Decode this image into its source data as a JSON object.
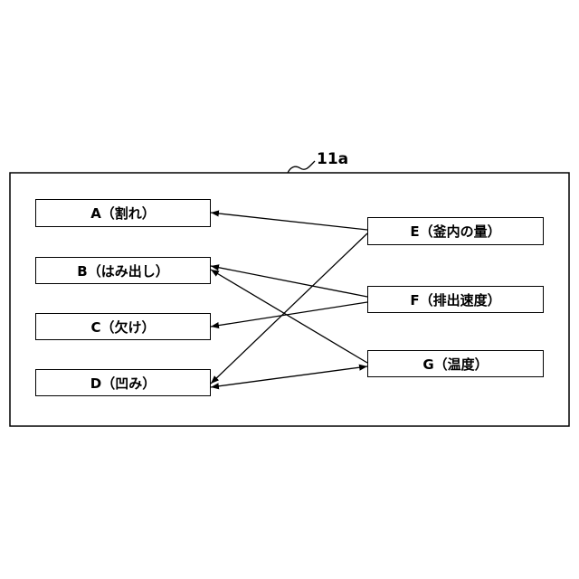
{
  "reference_label": "11a",
  "nodes": {
    "a": "A（割れ）",
    "b": "B（はみ出し）",
    "c": "C（欠け）",
    "d": "D（凹み）",
    "e": "E（釜内の量）",
    "f": "F（排出速度）",
    "g": "G（温度）"
  },
  "connections": [
    {
      "from": "e",
      "to": "a"
    },
    {
      "from": "e",
      "to": "d"
    },
    {
      "from": "f",
      "to": "b"
    },
    {
      "from": "f",
      "to": "c"
    },
    {
      "from": "g",
      "to": "b"
    },
    {
      "from": "g",
      "to": "d"
    }
  ]
}
